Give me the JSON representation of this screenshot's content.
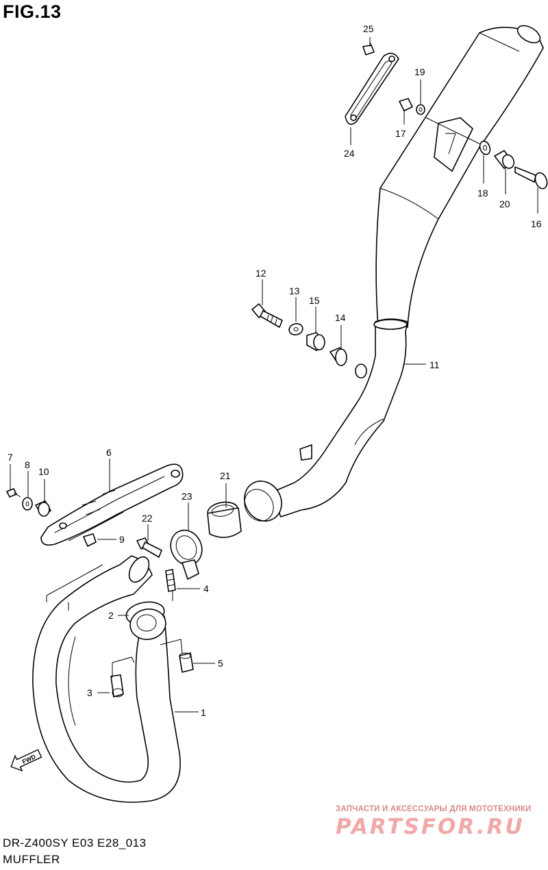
{
  "header": {
    "fig_title": "FIG.13"
  },
  "footer": {
    "model": "DR-Z400SY E03 E28_013",
    "subtitle": "MUFFLER"
  },
  "watermark": {
    "tagline": "ЗАПЧАСТИ И АКСЕССУАРЫ ДЛЯ МОТОТЕХНИКИ",
    "brand": "PARTSFOR.RU",
    "color": "#f0a8a8"
  },
  "fwd_badge": {
    "text": "FWD"
  },
  "callouts": [
    "1",
    "2",
    "3",
    "4",
    "5",
    "6",
    "7",
    "8",
    "9",
    "10",
    "11",
    "12",
    "13",
    "14",
    "15",
    "16",
    "17",
    "18",
    "19",
    "20",
    "21",
    "22",
    "23",
    "24",
    "25"
  ]
}
